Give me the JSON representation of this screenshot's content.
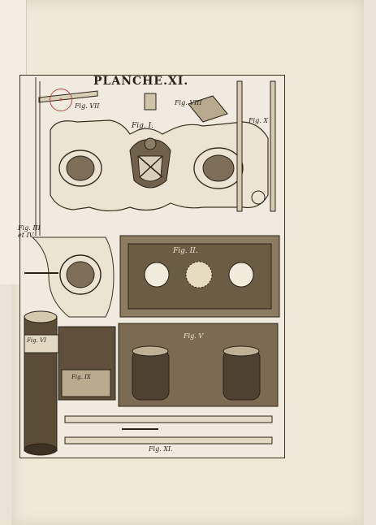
{
  "plate": {
    "title": "PLANCHE.XI.",
    "figures": {
      "fig1": "Fig. I.",
      "fig2": "Fig. II.",
      "fig3_4": "Fig. III et IV",
      "fig5": "Fig. V",
      "fig6": "Fig. VI",
      "fig7": "Fig. VII",
      "fig8": "Fig. VIII",
      "fig9": "Fig. IX",
      "fig10": "Fig. X",
      "fig11": "Fig. XI."
    }
  },
  "colors": {
    "paper": "#efe9da",
    "ink": "#2a2418",
    "stamp": "#b74a4a"
  }
}
